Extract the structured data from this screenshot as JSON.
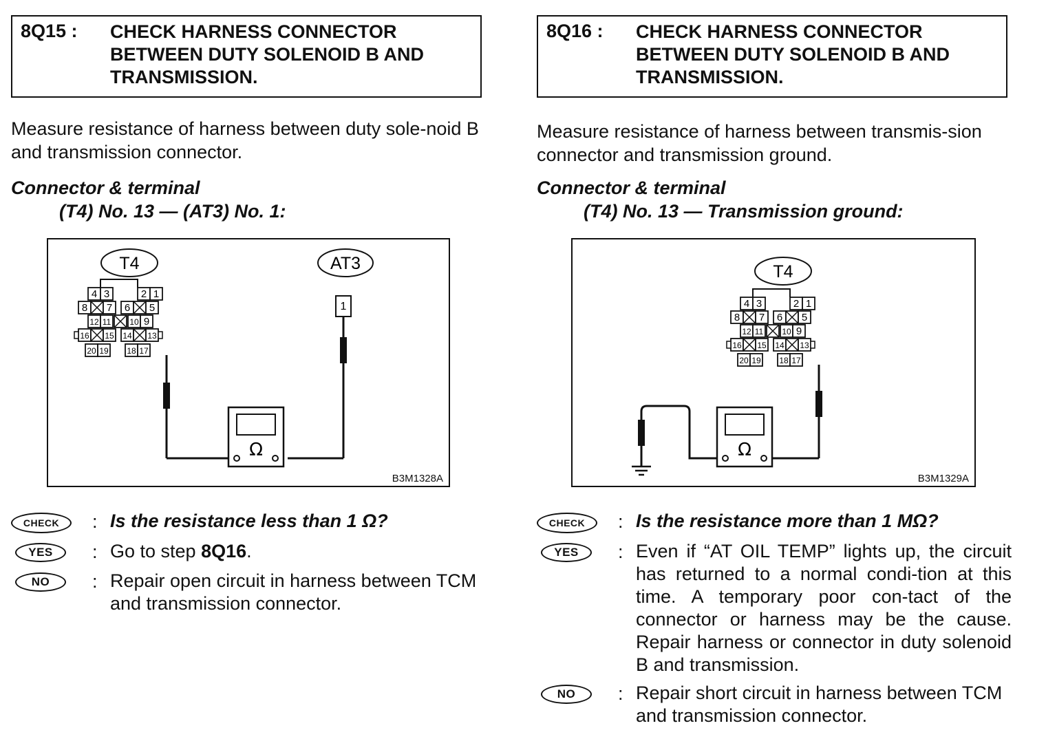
{
  "left": {
    "step_id": "8Q15 :",
    "step_title": "CHECK HARNESS CONNECTOR BETWEEN DUTY SOLENOID B AND TRANSMISSION.",
    "instruction": "Measure resistance of harness between duty sole-noid B and transmission connector.",
    "connector_label": "Connector & terminal",
    "connector_value": "(T4) No. 13 — (AT3) No. 1:",
    "diagram": {
      "connector_a": "T4",
      "connector_b": "AT3",
      "connector_b_pin": "1",
      "meter_symbol": "Ω",
      "figure_code": "B3M1328A"
    },
    "check_badge": "CHECK",
    "check_text": "Is the resistance less than 1 Ω?",
    "yes_badge": "YES",
    "yes_text_prefix": "Go to step ",
    "yes_text_step": "8Q16",
    "yes_text_suffix": ".",
    "no_badge": "NO",
    "no_text": "Repair open circuit in harness between TCM and transmission connector."
  },
  "right": {
    "step_id": "8Q16 :",
    "step_title": "CHECK HARNESS CONNECTOR BETWEEN DUTY SOLENOID B AND TRANSMISSION.",
    "instruction": "Measure resistance of harness between transmis-sion connector and transmission ground.",
    "connector_label": "Connector & terminal",
    "connector_value": "(T4) No. 13 — Transmission ground:",
    "diagram": {
      "connector_a": "T4",
      "meter_symbol": "Ω",
      "figure_code": "B3M1329A"
    },
    "check_badge": "CHECK",
    "check_text": "Is the resistance more than 1 MΩ?",
    "yes_badge": "YES",
    "yes_text": "Even if “AT OIL TEMP” lights up, the circuit has returned to a normal condi-tion at this time. A temporary poor con-tact of the connector or harness may be the cause. Repair harness or connector in duty solenoid B and transmission.",
    "no_badge": "NO",
    "no_text": "Repair short circuit in harness between TCM and transmission connector."
  },
  "t4_pins": {
    "row1": [
      "4",
      "3",
      "2",
      "1"
    ],
    "row2": [
      "8",
      "7",
      "6",
      "5"
    ],
    "row3": [
      "12",
      "11",
      "10",
      "9"
    ],
    "row4": [
      "16",
      "15",
      "14",
      "13"
    ],
    "row5": [
      "20",
      "19",
      "18",
      "17"
    ]
  }
}
